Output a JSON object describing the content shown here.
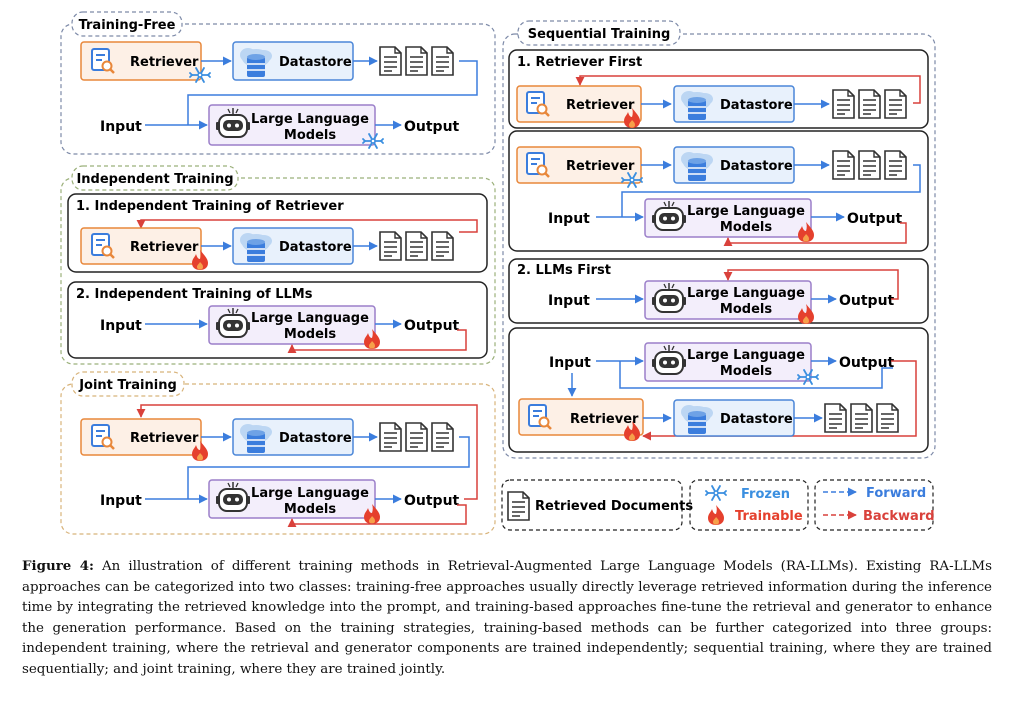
{
  "sections": {
    "training_free": "Training-Free",
    "independent": "Independent Training",
    "independent_sub1": "1. Independent Training of Retriever",
    "independent_sub2": "2. Independent Training of LLMs",
    "joint": "Joint Training",
    "sequential": "Sequential Training",
    "sequential_sub1": "1. Retriever First",
    "sequential_sub2": "2. LLMs First"
  },
  "labels": {
    "retriever": "Retriever",
    "datastore": "Datastore",
    "llm_line1": "Large Language",
    "llm_line2": "Models",
    "input": "Input",
    "output": "Output"
  },
  "legend": {
    "retrieved_documents": "Retrieved Documents",
    "frozen": "Frozen",
    "trainable": "Trainable",
    "forward": "Forward",
    "backward": "Backward"
  },
  "colors": {
    "retriever_border": "#e8873a",
    "retriever_fill": "#fdf0e6",
    "datastore_border": "#4a86d8",
    "datastore_fill": "#e8f1fc",
    "llm_border": "#9b7fc9",
    "llm_fill": "#f3eefb",
    "forward": "#3b7ddd",
    "backward": "#d9413b",
    "frozen": "#3b8fe0",
    "trainable": "#e5402d"
  },
  "caption": {
    "label": "Figure 4:",
    "text": "An illustration of different training methods in Retrieval-Augmented Large Language Models (RA-LLMs). Existing RA-LLMs approaches can be categorized into two classes: training-free approaches usually directly leverage retrieved information during the inference time by integrating the retrieved knowledge into the prompt, and training-based approaches fine-tune the retrieval and generator to enhance the generation performance. Based on the training strategies, training-based methods can be further categorized into three groups: independent training, where the retrieval and generator components are trained independently; sequential training, where they are trained sequentially; and joint training, where they are trained jointly."
  }
}
